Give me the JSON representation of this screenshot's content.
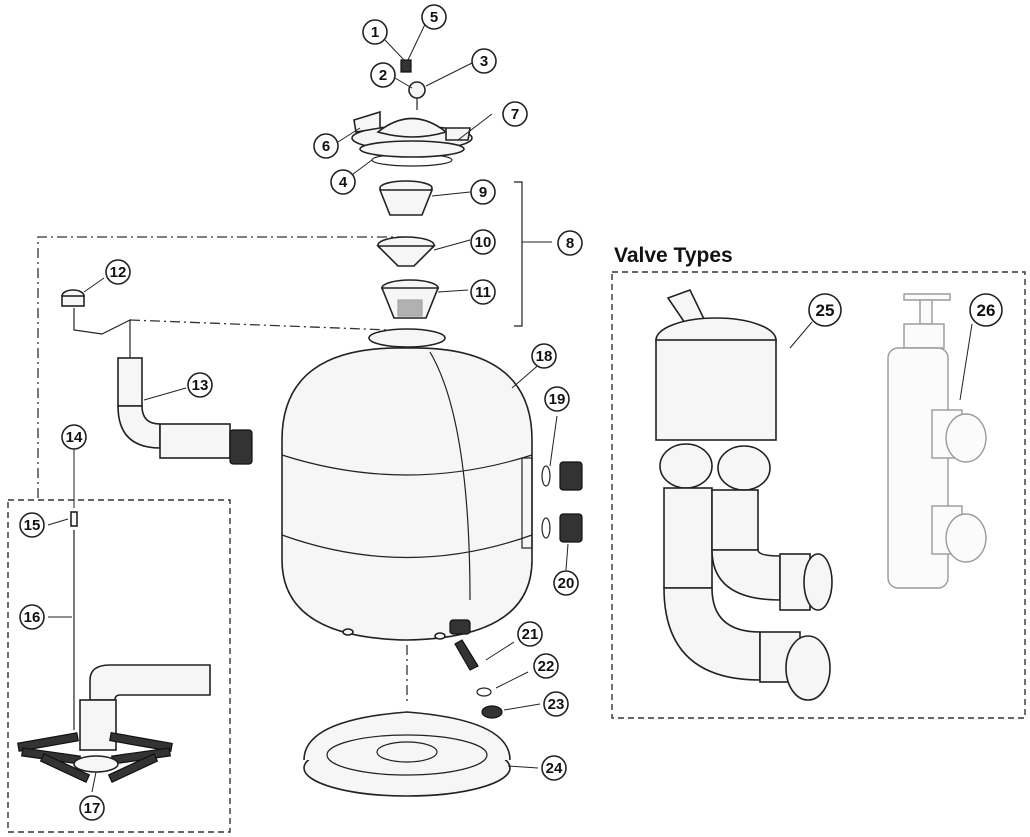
{
  "section_title": "Valve Types",
  "callouts": {
    "c1": "1",
    "c2": "2",
    "c3": "3",
    "c4": "4",
    "c5": "5",
    "c6": "6",
    "c7": "7",
    "c8": "8",
    "c9": "9",
    "c10": "10",
    "c11": "11",
    "c12": "12",
    "c13": "13",
    "c14": "14",
    "c15": "15",
    "c16": "16",
    "c17": "17",
    "c18": "18",
    "c19": "19",
    "c20": "20",
    "c21": "21",
    "c22": "22",
    "c23": "23",
    "c24": "24",
    "c25": "25",
    "c26": "26"
  }
}
